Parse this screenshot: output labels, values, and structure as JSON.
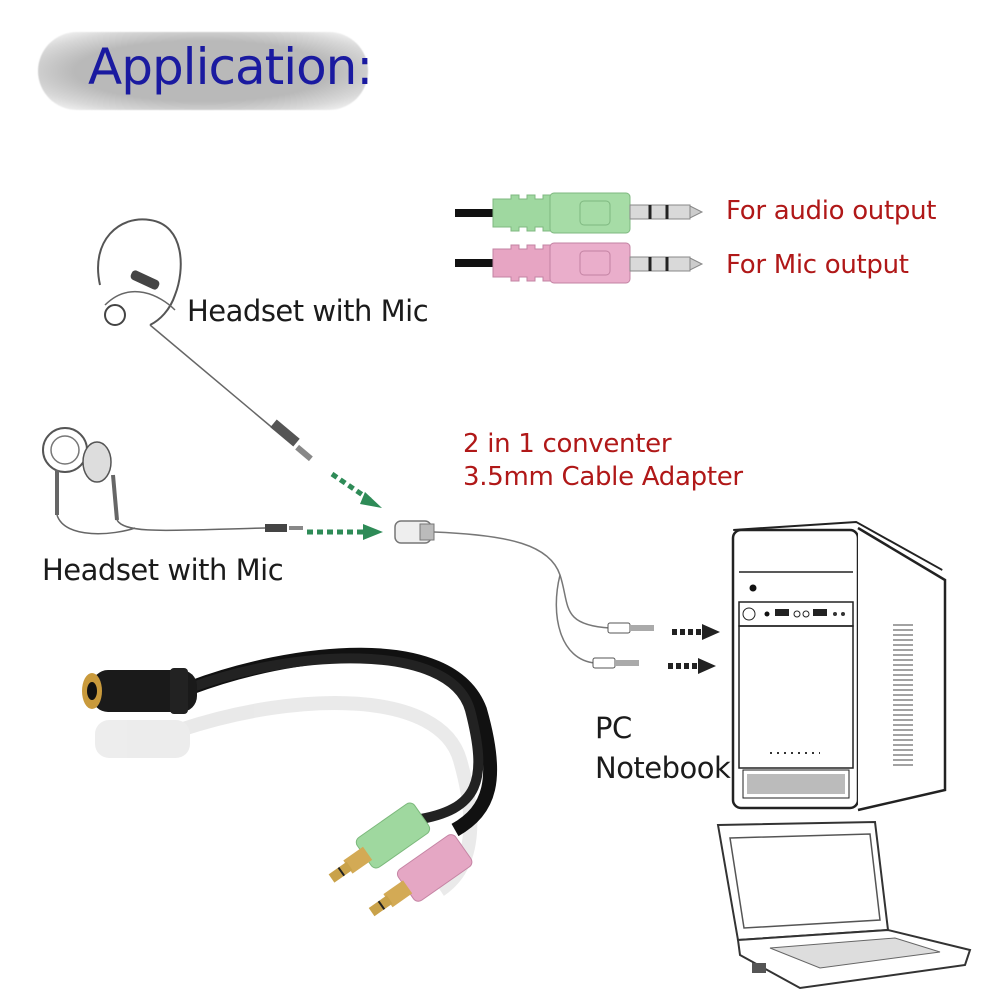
{
  "title": "Application:",
  "plugs_legend": {
    "green": {
      "label": "For audio output",
      "color": "#9fd8a0"
    },
    "pink": {
      "label": "For Mic output",
      "color": "#e7a5c3"
    }
  },
  "devices": {
    "headset_top": {
      "label": "Headset with Mic"
    },
    "headset_bottom": {
      "label": "Headset with Mic"
    },
    "adapter": {
      "line1": "2 in 1 conventer",
      "line2": "3.5mm Cable Adapter"
    },
    "target": {
      "line1": "PC",
      "line2": "Notebook"
    }
  },
  "colors": {
    "title_text": "#1a1aa0",
    "label_red": "#b01818",
    "arrow_green": "#2e8b57",
    "arrow_black": "#222222"
  }
}
